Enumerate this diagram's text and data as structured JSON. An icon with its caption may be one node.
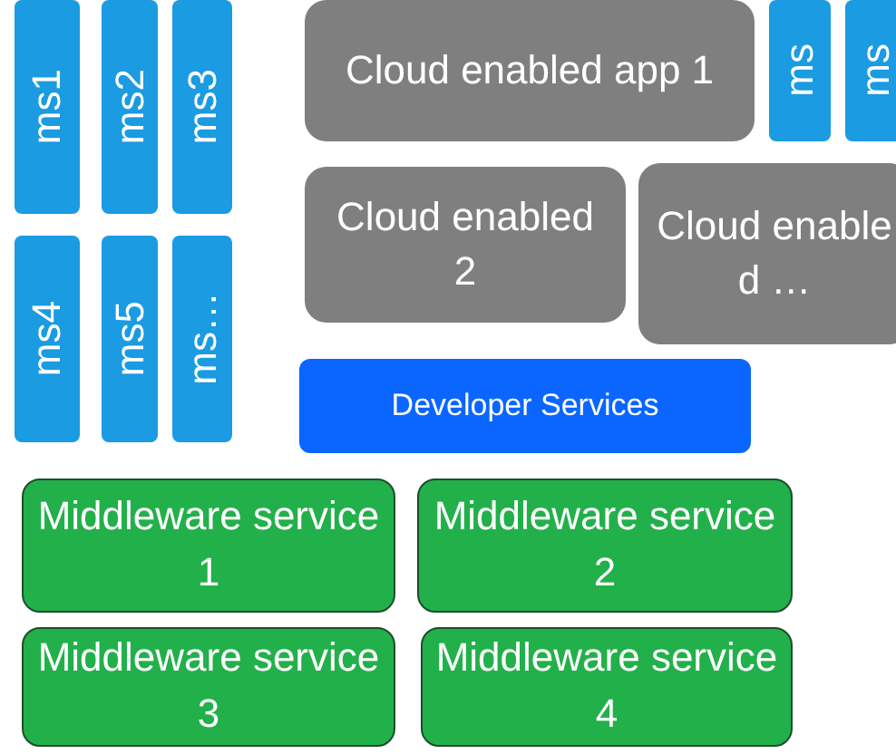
{
  "diagram": {
    "nodes": [
      {
        "text": [
          "ms1"
        ]
      },
      {
        "text": [
          "ms2"
        ]
      },
      {
        "text": [
          "ms3"
        ]
      },
      {
        "text": [
          "Cloud enabled app 1"
        ]
      },
      {
        "text": [
          "ms"
        ]
      },
      {
        "text": [
          "ms"
        ]
      },
      {
        "text": [
          "Cloud enabled 2"
        ]
      },
      {
        "text": [
          "Cloud enabled …"
        ]
      },
      {
        "text": [
          "ms4"
        ]
      },
      {
        "text": [
          "ms5"
        ]
      },
      {
        "text": [
          "ms…"
        ]
      },
      {
        "text": [
          "Developer Services"
        ]
      },
      {
        "text": [
          "Middleware service 1"
        ]
      },
      {
        "text": [
          "Middleware service  2"
        ]
      },
      {
        "text": [
          "Middleware service  3"
        ]
      },
      {
        "text": [
          "Middleware service  4"
        ]
      }
    ],
    "edges": []
  }
}
